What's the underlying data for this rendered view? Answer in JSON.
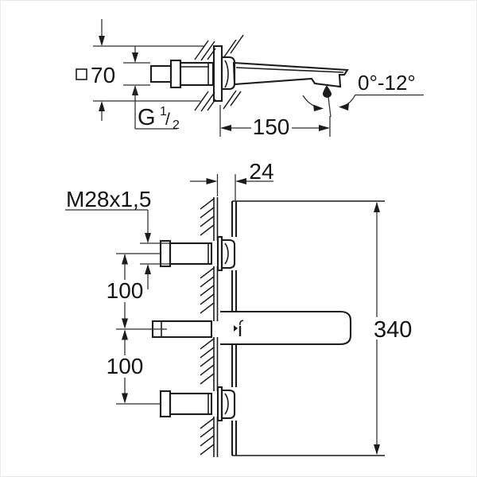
{
  "side_view": {
    "plate_size": {
      "symbol": "□",
      "value": "70"
    },
    "thread": {
      "prefix": "G",
      "numerator": "1",
      "slash": "/",
      "denominator": "2"
    },
    "spout_reach": "150",
    "swivel_angle": "0°-12°"
  },
  "installation_view": {
    "wall_offset": "24",
    "thread_spec": "M28x1,5",
    "upper_spacing": "100",
    "lower_spacing": "100",
    "plate_length": "340"
  },
  "colors": {
    "line": "#1c1c1c",
    "background": "#ffffff"
  }
}
